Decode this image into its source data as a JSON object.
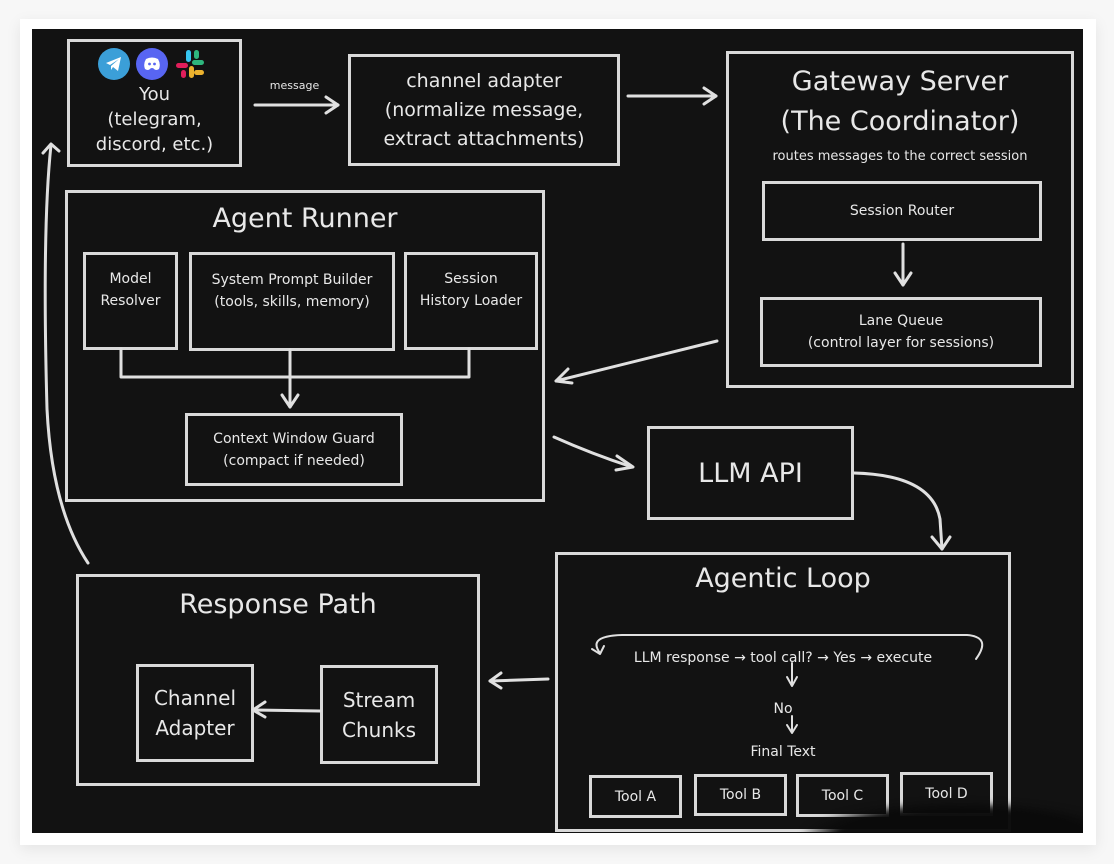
{
  "user_node": {
    "icons": [
      "telegram-icon",
      "discord-icon",
      "slack-icon"
    ],
    "label": "You\n(telegram,\ndiscord, etc.)"
  },
  "edge_labels": {
    "message": "message"
  },
  "channel_adapter": {
    "label": "channel adapter\n(normalize message,\nextract attachments)"
  },
  "gateway": {
    "title": "Gateway Server\n(The Coordinator)",
    "subtitle": "routes messages to the correct session",
    "session_router": "Session Router",
    "lane_queue": "Lane Queue\n(control layer for sessions)"
  },
  "agent_runner": {
    "title": "Agent Runner",
    "model_resolver": "Model\nResolver",
    "system_prompt_builder": "System Prompt Builder\n(tools, skills, memory)",
    "session_history_loader": "Session\nHistory Loader",
    "context_window_guard": "Context Window Guard\n(compact if needed)"
  },
  "llm_api": {
    "label": "LLM API"
  },
  "agentic_loop": {
    "title": "Agentic Loop",
    "flow": "LLM response → tool call? → Yes → execute",
    "no_label": "No",
    "final_text": "Final Text",
    "tools": [
      "Tool A",
      "Tool B",
      "Tool C",
      "Tool D"
    ]
  },
  "response_path": {
    "title": "Response Path",
    "channel_adapter": "Channel\nAdapter",
    "stream_chunks": "Stream\nChunks"
  },
  "colors": {
    "background": "#121212",
    "stroke": "#d9d9d9",
    "text": "#e8e8e8",
    "telegram": "#3b9fd8",
    "discord": "#5865f2"
  }
}
